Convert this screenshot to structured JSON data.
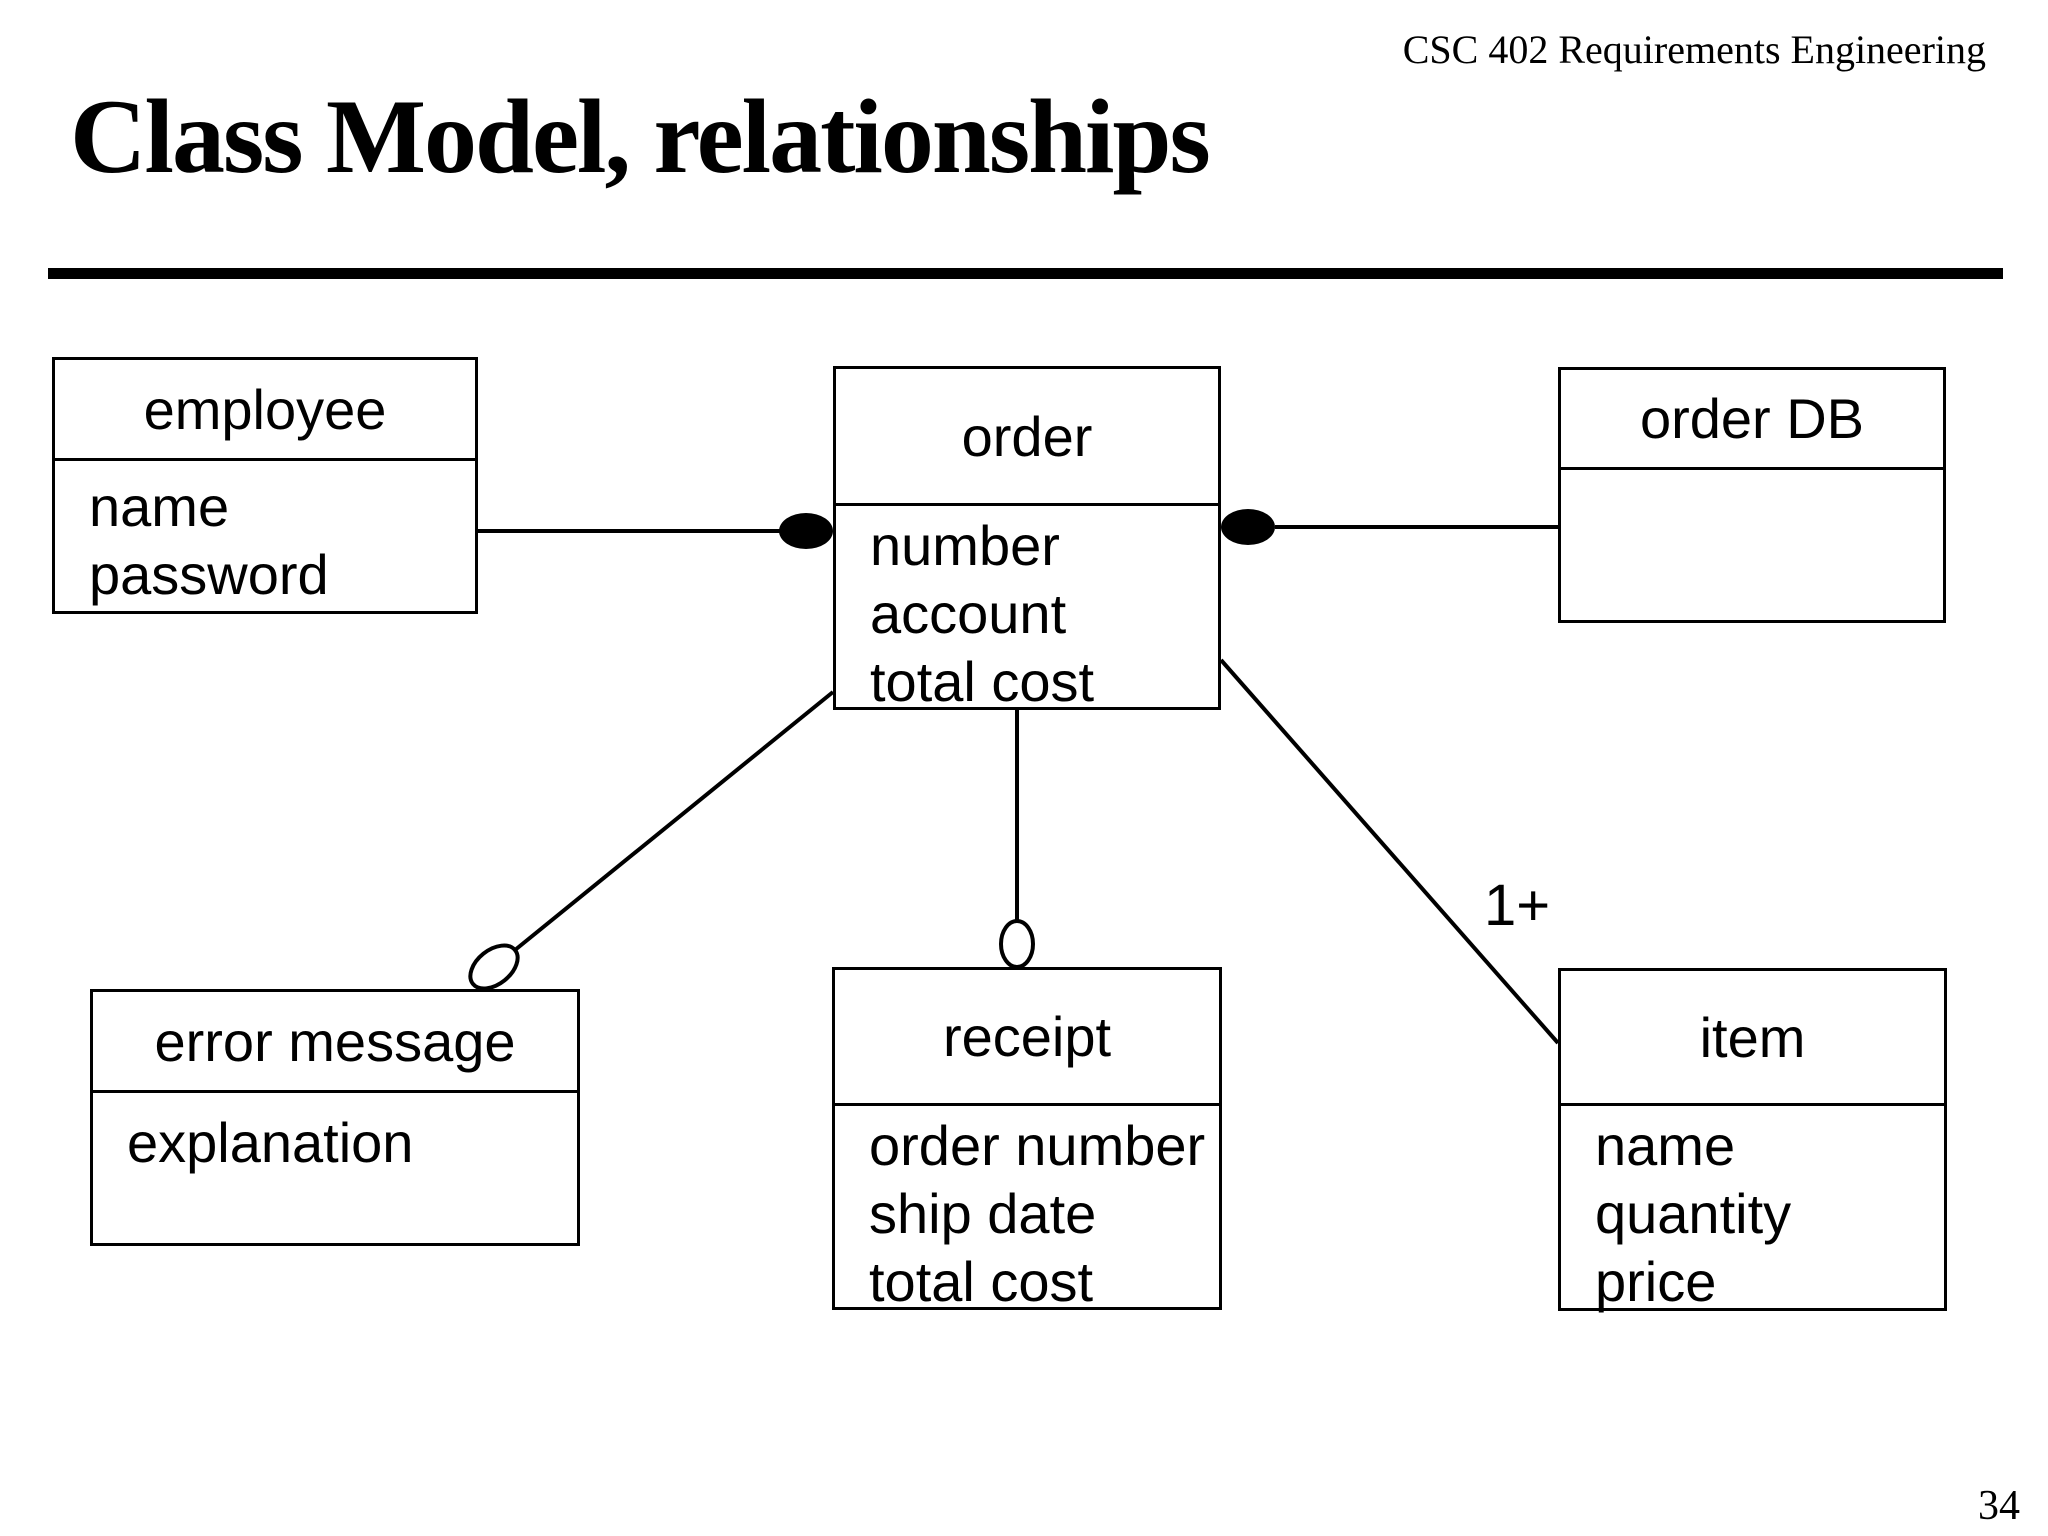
{
  "header": {
    "course": "CSC 402 Requirements Engineering"
  },
  "slide": {
    "title": "Class Model, relationships",
    "page_number": "34"
  },
  "colors": {
    "foreground": "#000000",
    "background": "#ffffff"
  },
  "diagram": {
    "classes": [
      {
        "id": "employee",
        "name": "employee",
        "attributes": [
          "name",
          "password"
        ]
      },
      {
        "id": "order",
        "name": "order",
        "attributes": [
          "number",
          "account",
          "total cost"
        ]
      },
      {
        "id": "order-db",
        "name": "order DB",
        "attributes": []
      },
      {
        "id": "error-message",
        "name": "error message",
        "attributes": [
          "explanation"
        ]
      },
      {
        "id": "receipt",
        "name": "receipt",
        "attributes": [
          "order number",
          "ship date",
          "total cost"
        ]
      },
      {
        "id": "item",
        "name": "item",
        "attributes": [
          "name",
          "quantity",
          "price"
        ]
      }
    ],
    "relationships": [
      {
        "from": "employee",
        "to": "order",
        "marker": "filled-ellipse",
        "marker_at": "order"
      },
      {
        "from": "order",
        "to": "order DB",
        "marker": "filled-ellipse",
        "marker_at": "order"
      },
      {
        "from": "order",
        "to": "error message",
        "marker": "hollow-ellipse",
        "marker_at": "error message"
      },
      {
        "from": "order",
        "to": "receipt",
        "marker": "hollow-ellipse",
        "marker_at": "receipt"
      },
      {
        "from": "order",
        "to": "item",
        "marker": "none",
        "label": "1+"
      }
    ]
  }
}
